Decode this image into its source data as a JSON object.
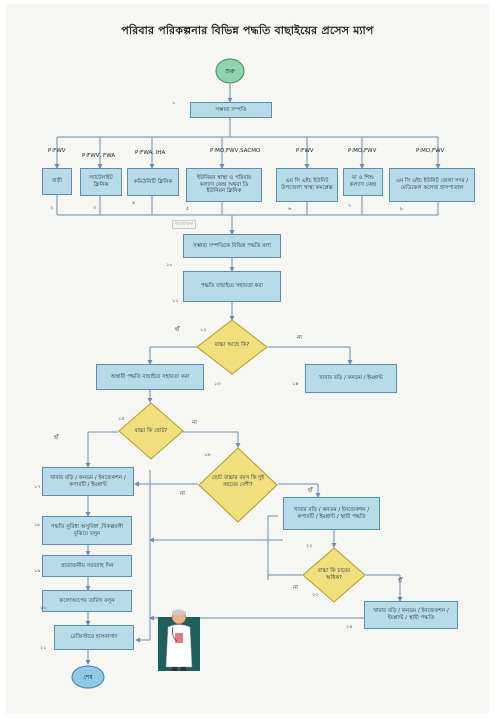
{
  "title": "পরিবার পরিকল্পনার বিভিন্ন পদ্ধতি বাছাইয়ের প্রসেস ম্যাপ",
  "start": "শুরু",
  "end": "শেষ",
  "top_box": "সম্ভাব্য দম্পতি",
  "level1": [
    {
      "role": "P:FWV",
      "text": "বাড়ী",
      "num": "২"
    },
    {
      "role": "P:FWV, FWA",
      "text": "স্যাটেলাইট ক্লিনিক",
      "num": "৩"
    },
    {
      "role": "P:FWA, IHA",
      "text": "কমিউনিটি ক্লিনিক",
      "num": "৪"
    },
    {
      "role": "P:MO,FWV,SACMO",
      "text": "ইউনিয়ন স্বাস্থ্য ও পরিবার কল্যাণ কেন্দ্র অথবা ডি ইউনিয়ন ক্লিনিক",
      "num": "৫"
    },
    {
      "role": "P:FWV",
      "text": "এম সি এইচ ইউনিট উপজেলা স্বাস্থ্য কমপ্লেক্স",
      "num": "৬"
    },
    {
      "role": "P:MO,FWV",
      "text": "মা ও শিশু কল্যাণ কেন্দ্র",
      "num": "৭"
    },
    {
      "role": "P:MO,FWV",
      "text": "এম সি এইচ ইউনিট জেলা সদর / মেডিকেল কলেজ হাসপাতাল",
      "num": "৮"
    }
  ],
  "faint_note": "আলোচনা",
  "step10": "সম্ভাব্য দম্পতিকে বিভিন্ন পদ্ধতি বলা",
  "num10": "১০",
  "step11": "পদ্ধতি বাছাইয়ে সহায়তা করা",
  "num11": "১১",
  "diamond12": "বাচ্চা আছে কি?",
  "num12": "১২",
  "yes": "হাঁ",
  "no": "না",
  "step13": "অস্থায়ী পদ্ধতি বাছাইয়ে সহায়তা করা",
  "num13": "১৩",
  "step14": "খাবার বড়ি / কনডম / ইমপ্লান্ট",
  "num14": "১৪",
  "diamond15": "বাচ্চা কি ছোট?",
  "num15": "১৫",
  "diamond16": "ছোট বাচ্চার বয়স কি দুই বছরের বেশী?",
  "num16": "১৬",
  "step17": "খাবার বড়ি / কনডম / ইনজেকশন / কপারটি / ইমপ্লান্ট",
  "num17": "১৭",
  "step_right_mid": "খাবার বড়ি / কনডম / ইনজেকশন / কপারটি / ইমপ্লান্ট / স্থায়ী পদ্ধতি",
  "num_right_mid": "২২",
  "step18": "পদ্ধতি সুবিধা অসুবিধা ,বিকল্পবলী বুঝিয়ে বলুন",
  "num18": "১৮",
  "step19": "প্রয়োজনীয় সরবরাহ দিন",
  "num19": "১৯",
  "diamond23": "বাচ্চা কি চারের অধিক?",
  "num23": "২৩",
  "step20": "ফলোআপের তারিখ বলুন",
  "num20": "২০",
  "step24": "খাবার বড়ি / কনডম / ইনজেকশন / ইমপ্লান্ট / স্থায়ী পদ্ধতি",
  "num24": "২৪",
  "step21": "রেজিস্টারে হালনাগাদ",
  "num21": "২১",
  "num1": "১",
  "colors": {
    "box_fill": "#b8dbea",
    "diamond_fill": "#f1df7e",
    "oval_start": "#8fd3b0",
    "oval_end": "#8fc8e8"
  }
}
